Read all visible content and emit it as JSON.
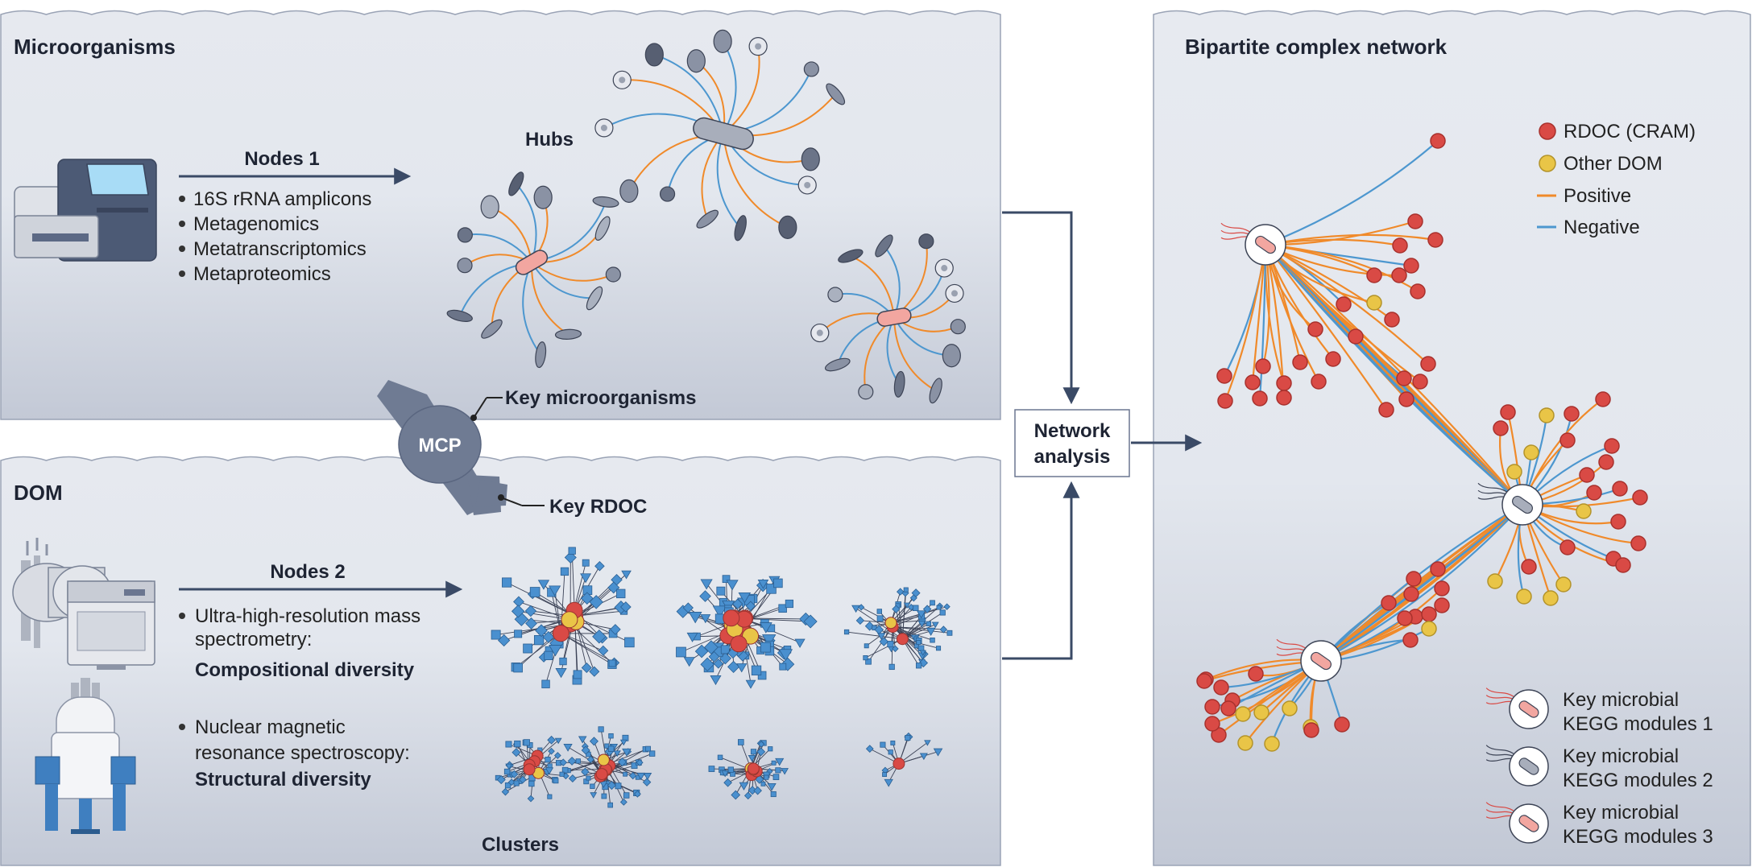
{
  "microorganisms": {
    "title": "Microorganisms",
    "nodes_label": "Nodes 1",
    "methods": [
      "16S rRNA amplicons",
      "Metagenomics",
      "Metatranscriptomics",
      "Metaproteomics"
    ],
    "hubs_label": "Hubs",
    "key_label": "Key microorganisms"
  },
  "dom": {
    "title": "DOM",
    "nodes_label": "Nodes 2",
    "method1": [
      "Ultra-high-resolution mass",
      "spectrometry:",
      "Compositional diversity"
    ],
    "method2": [
      "Nuclear magnetic",
      "resonance spectroscopy:",
      "Structural diversity"
    ],
    "clusters_label": "Clusters",
    "key_label": "Key RDOC"
  },
  "mcp_label": "MCP",
  "network_analysis": [
    "Network",
    "analysis"
  ],
  "bipartite": {
    "title": "Bipartite complex network",
    "legend": [
      {
        "label": "RDOC (CRAM)",
        "color": "#d94a45"
      },
      {
        "label": "Other DOM",
        "color": "#e9c547"
      },
      {
        "label": "Positive",
        "color": "#f08a2a"
      },
      {
        "label": "Negative",
        "color": "#4d97cf"
      }
    ],
    "modules": [
      [
        "Key microbial",
        "KEGG modules 1"
      ],
      [
        "Key microbial",
        "KEGG modules 2"
      ],
      [
        "Key microbial",
        "KEGG modules 3"
      ]
    ]
  }
}
